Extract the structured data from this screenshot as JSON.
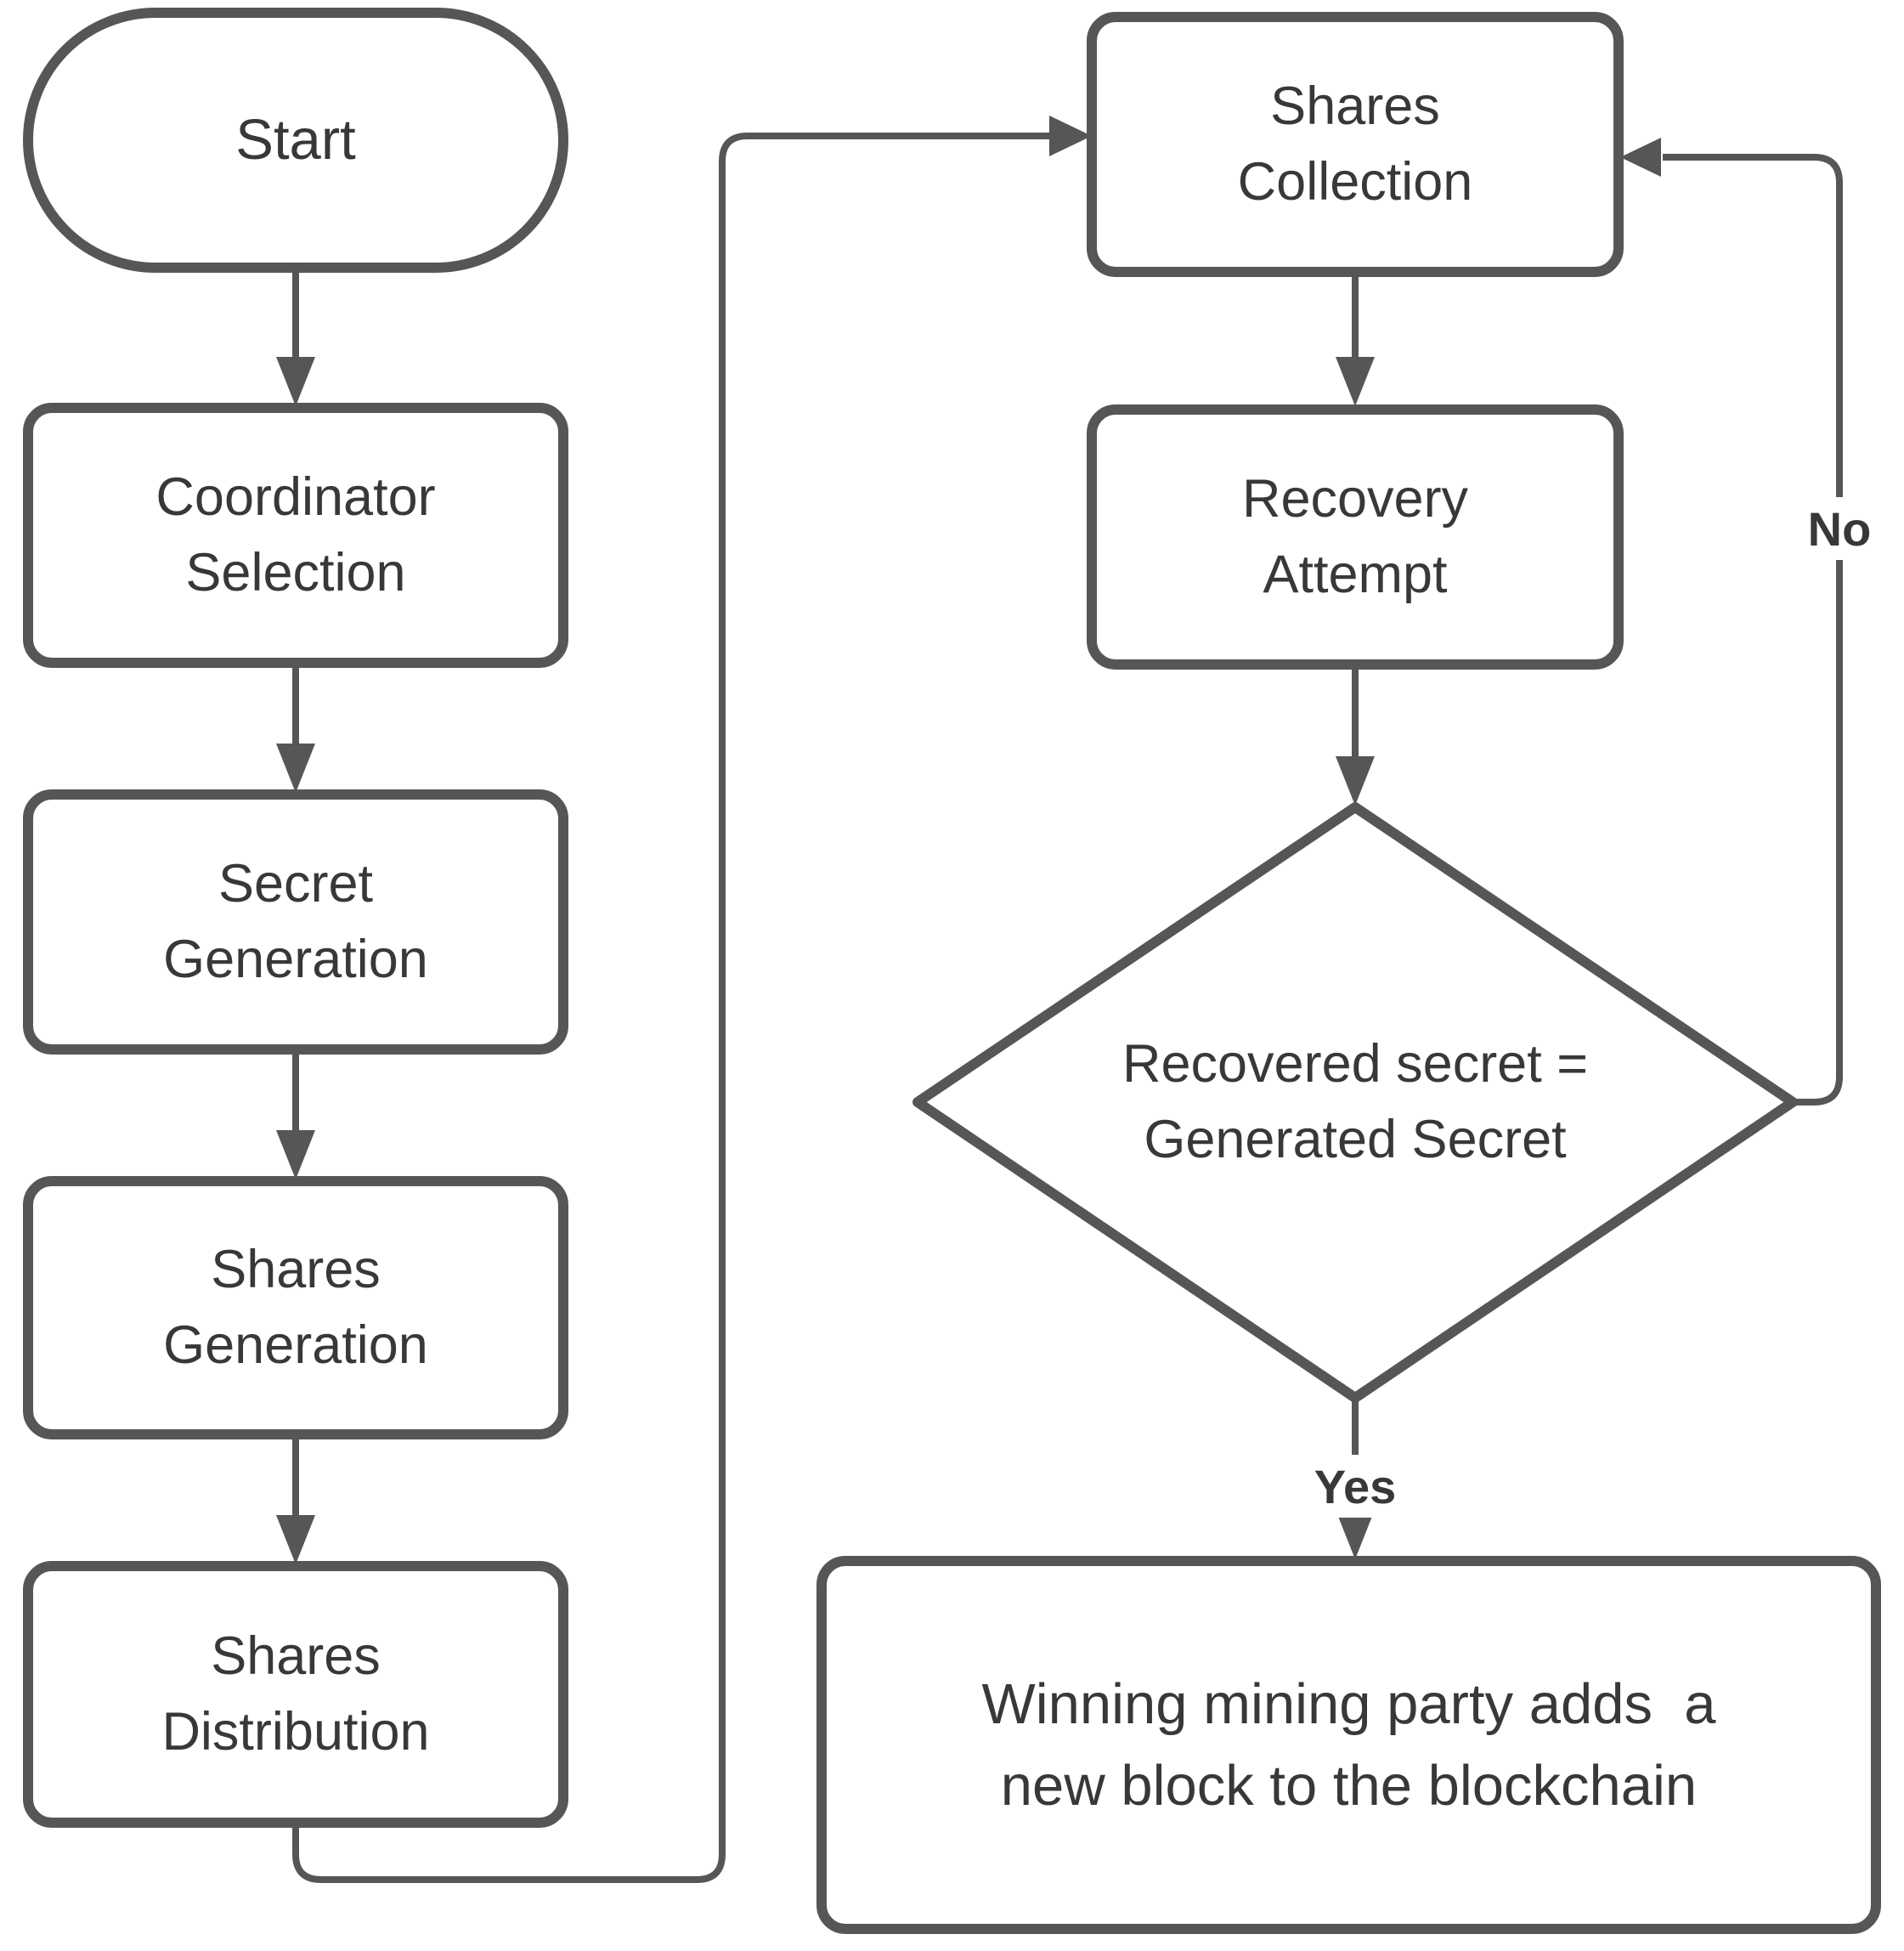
{
  "theme": {
    "stroke": "#565656",
    "text": "#383838",
    "bg": "#ffffff"
  },
  "flowchart": {
    "nodes": {
      "start": {
        "label": "Start",
        "shape": "terminator"
      },
      "coordinator_selection": {
        "label": "Coordinator\nSelection",
        "shape": "process"
      },
      "secret_generation": {
        "label": "Secret\nGeneration",
        "shape": "process"
      },
      "shares_generation": {
        "label": "Shares\nGeneration",
        "shape": "process"
      },
      "shares_distribution": {
        "label": "Shares\nDistribution",
        "shape": "process"
      },
      "shares_collection": {
        "label": "Shares\nCollection",
        "shape": "process"
      },
      "recovery_attempt": {
        "label": "Recovery\nAttempt",
        "shape": "process"
      },
      "decision": {
        "label": "Recovered secret =\nGenerated Secret",
        "shape": "decision"
      },
      "final": {
        "label": "Winning mining party adds  a\nnew block to the blockchain",
        "shape": "process"
      }
    },
    "edge_labels": {
      "yes": "Yes",
      "no": "No"
    }
  }
}
